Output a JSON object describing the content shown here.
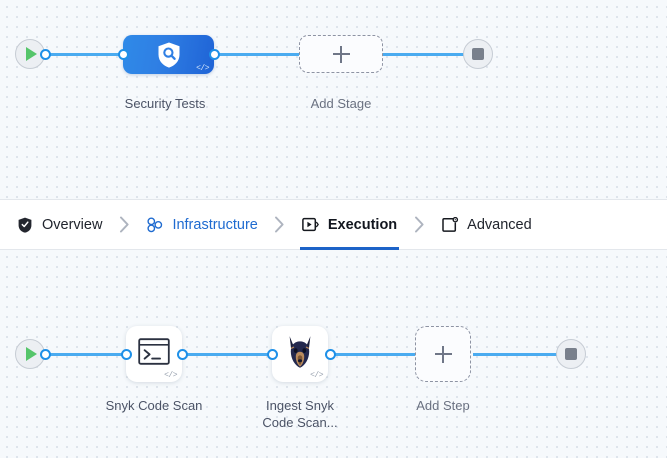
{
  "stage_graph": {
    "start_node": {
      "name": "start-node",
      "icon": "play-icon"
    },
    "end_node": {
      "name": "end-node",
      "icon": "stop-icon"
    },
    "nodes": [
      {
        "id": "security-tests",
        "label": "Security Tests",
        "icon": "shield-search-icon",
        "badge": "</>",
        "type": "stage"
      },
      {
        "id": "add-stage",
        "label": "Add Stage",
        "icon": "plus-icon",
        "type": "add"
      }
    ]
  },
  "tabs": {
    "items": [
      {
        "id": "overview",
        "label": "Overview",
        "icon": "shield-icon",
        "state": "default"
      },
      {
        "id": "infrastructure",
        "label": "Infrastructure",
        "icon": "infrastructure-nodes-icon",
        "state": "link"
      },
      {
        "id": "execution",
        "label": "Execution",
        "icon": "execution-play-box-icon",
        "state": "active"
      },
      {
        "id": "advanced",
        "label": "Advanced",
        "icon": "advanced-gear-box-icon",
        "state": "default"
      }
    ],
    "separator": "›",
    "active_color": "#1d63c8",
    "link_color": "#1f6bd0"
  },
  "step_graph": {
    "start_node": {
      "name": "start-node",
      "icon": "play-icon"
    },
    "end_node": {
      "name": "end-node",
      "icon": "stop-icon"
    },
    "nodes": [
      {
        "id": "snyk-code-scan",
        "label": "Snyk Code Scan",
        "icon": "terminal-icon",
        "badge": "</>",
        "type": "step"
      },
      {
        "id": "ingest-snyk-code-scan",
        "label": "Ingest Snyk\nCode Scan...",
        "icon": "snyk-doberman-icon",
        "badge": "</>",
        "type": "step"
      },
      {
        "id": "add-step",
        "label": "Add Step",
        "icon": "plus-icon",
        "type": "add"
      }
    ]
  },
  "theme": {
    "canvas_bg": "#f6f9fc",
    "wire_color": "#4aabf0",
    "port_color": "#1e90e8",
    "stage_gradient_from": "#2f8ae8",
    "stage_gradient_to": "#1f63d6"
  }
}
